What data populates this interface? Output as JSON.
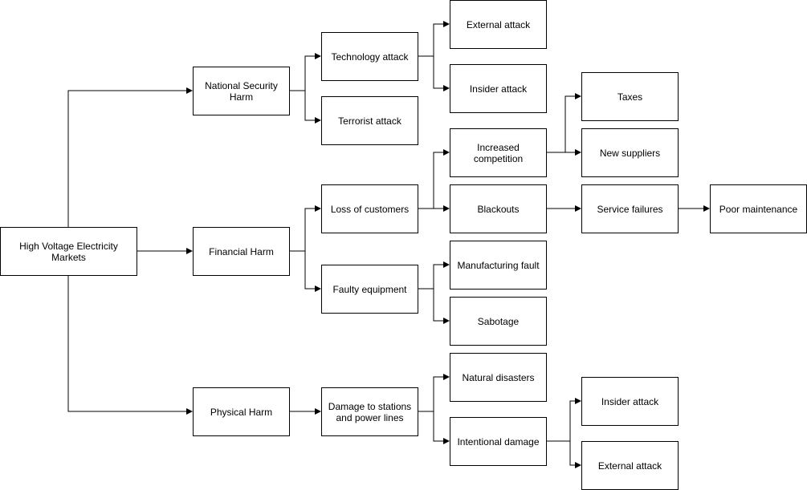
{
  "nodes": {
    "root": "High Voltage Electricity Markets",
    "national_security": "National Security Harm",
    "financial": "Financial Harm",
    "physical": "Physical Harm",
    "technology_attack": "Technology attack",
    "terrorist_attack": "Terrorist attack",
    "loss_of_customers": "Loss of customers",
    "faulty_equipment": "Faulty equipment",
    "damage_stations": "Damage to stations and power lines",
    "external_attack_1": "External attack",
    "insider_attack_1": "Insider attack",
    "increased_competition": "Increased competition",
    "blackouts": "Blackouts",
    "manufacturing_fault": "Manufacturing fault",
    "sabotage": "Sabotage",
    "natural_disasters": "Natural disasters",
    "intentional_damage": "Intentional damage",
    "taxes": "Taxes",
    "new_suppliers": "New suppliers",
    "service_failures": "Service failures",
    "insider_attack_2": "Insider attack",
    "external_attack_2": "External attack",
    "poor_maintenance": "Poor maintenance"
  }
}
